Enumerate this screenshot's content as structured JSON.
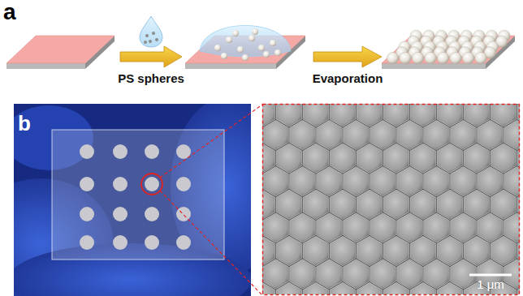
{
  "diagram": {
    "labels": [
      "a",
      "PS spheres",
      "Evaporation",
      "b",
      "1 μm"
    ]
  }
}
